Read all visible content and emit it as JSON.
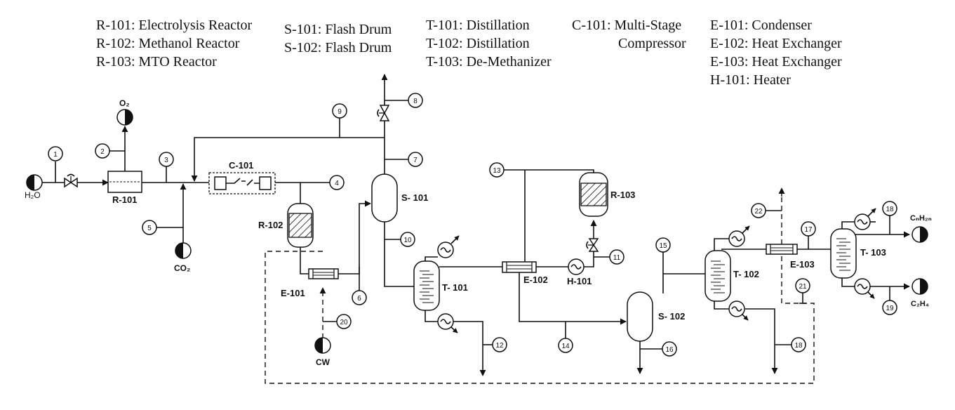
{
  "legend": {
    "r101": "R-101: Electrolysis Reactor",
    "r102": "R-102: Methanol Reactor",
    "r103": "R-103: MTO Reactor",
    "s101": "S-101: Flash Drum",
    "s102": "S-102: Flash Drum",
    "t101": "T-101: Distillation",
    "t102": "T-102: Distillation",
    "t103": "T-103: De-Methanizer",
    "c101a": "C-101: Multi-Stage",
    "c101b": "Compressor",
    "e101": "E-101: Condenser",
    "e102": "E-102: Heat Exchanger",
    "e103": "E-103: Heat Exchanger",
    "h101": "H-101: Heater"
  },
  "equipment": {
    "r101": "R-101",
    "r102": "R-102",
    "r103": "R-103",
    "c101": "C-101",
    "s101": "S- 101",
    "s102": "S- 102",
    "t101": "T- 101",
    "t102": "T- 102",
    "t103": "T- 103",
    "e101": "E-101",
    "e102": "E-102",
    "e103": "E-103",
    "h101": "H-101"
  },
  "sources": {
    "h2o": "H₂O",
    "o2": "O₂",
    "co2": "CO₂",
    "cw": "CW",
    "cnh2n": "CₙH₂ₙ",
    "c2h4": "C₂H₄"
  },
  "streams": {
    "s1": "1",
    "s2": "2",
    "s3": "3",
    "s4": "4",
    "s5": "5",
    "s6": "6",
    "s7": "7",
    "s8": "8",
    "s9": "9",
    "s10": "10",
    "s11": "11",
    "s12": "12",
    "s13": "13",
    "s14": "14",
    "s15": "15",
    "s16": "16",
    "s17": "17",
    "s18a": "18",
    "s18b": "18",
    "s19": "19",
    "s20": "20",
    "s21": "21",
    "s22": "22"
  }
}
